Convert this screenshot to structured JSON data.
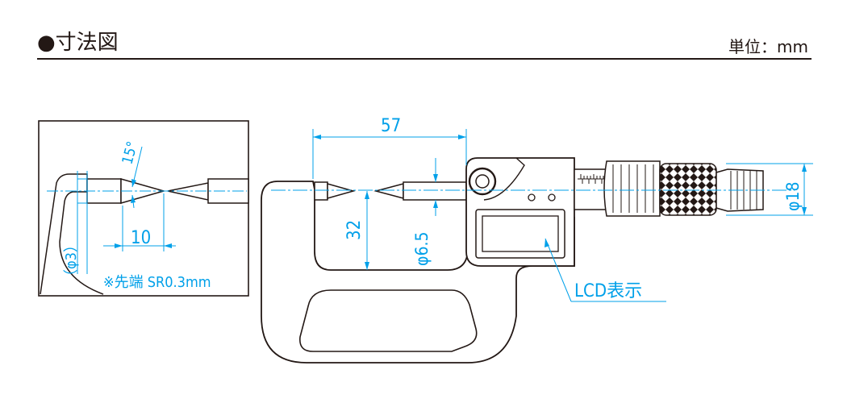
{
  "header": {
    "title": "●寸法図",
    "unit_label": "単位：mm"
  },
  "detail_view": {
    "angle_label": "15°",
    "gap_label": "10",
    "dia_label": "（φ3）",
    "note": "※先端 SR0.3mm"
  },
  "main_view": {
    "depth_label": "57",
    "throat_label": "32",
    "spindle_dia_label": "φ6.5",
    "thimble_dia_label": "φ18",
    "lcd_callout": "LCD表示"
  },
  "colors": {
    "line": "#231815",
    "dimension": "#00a0e9",
    "body_fill": "#ffffff"
  }
}
